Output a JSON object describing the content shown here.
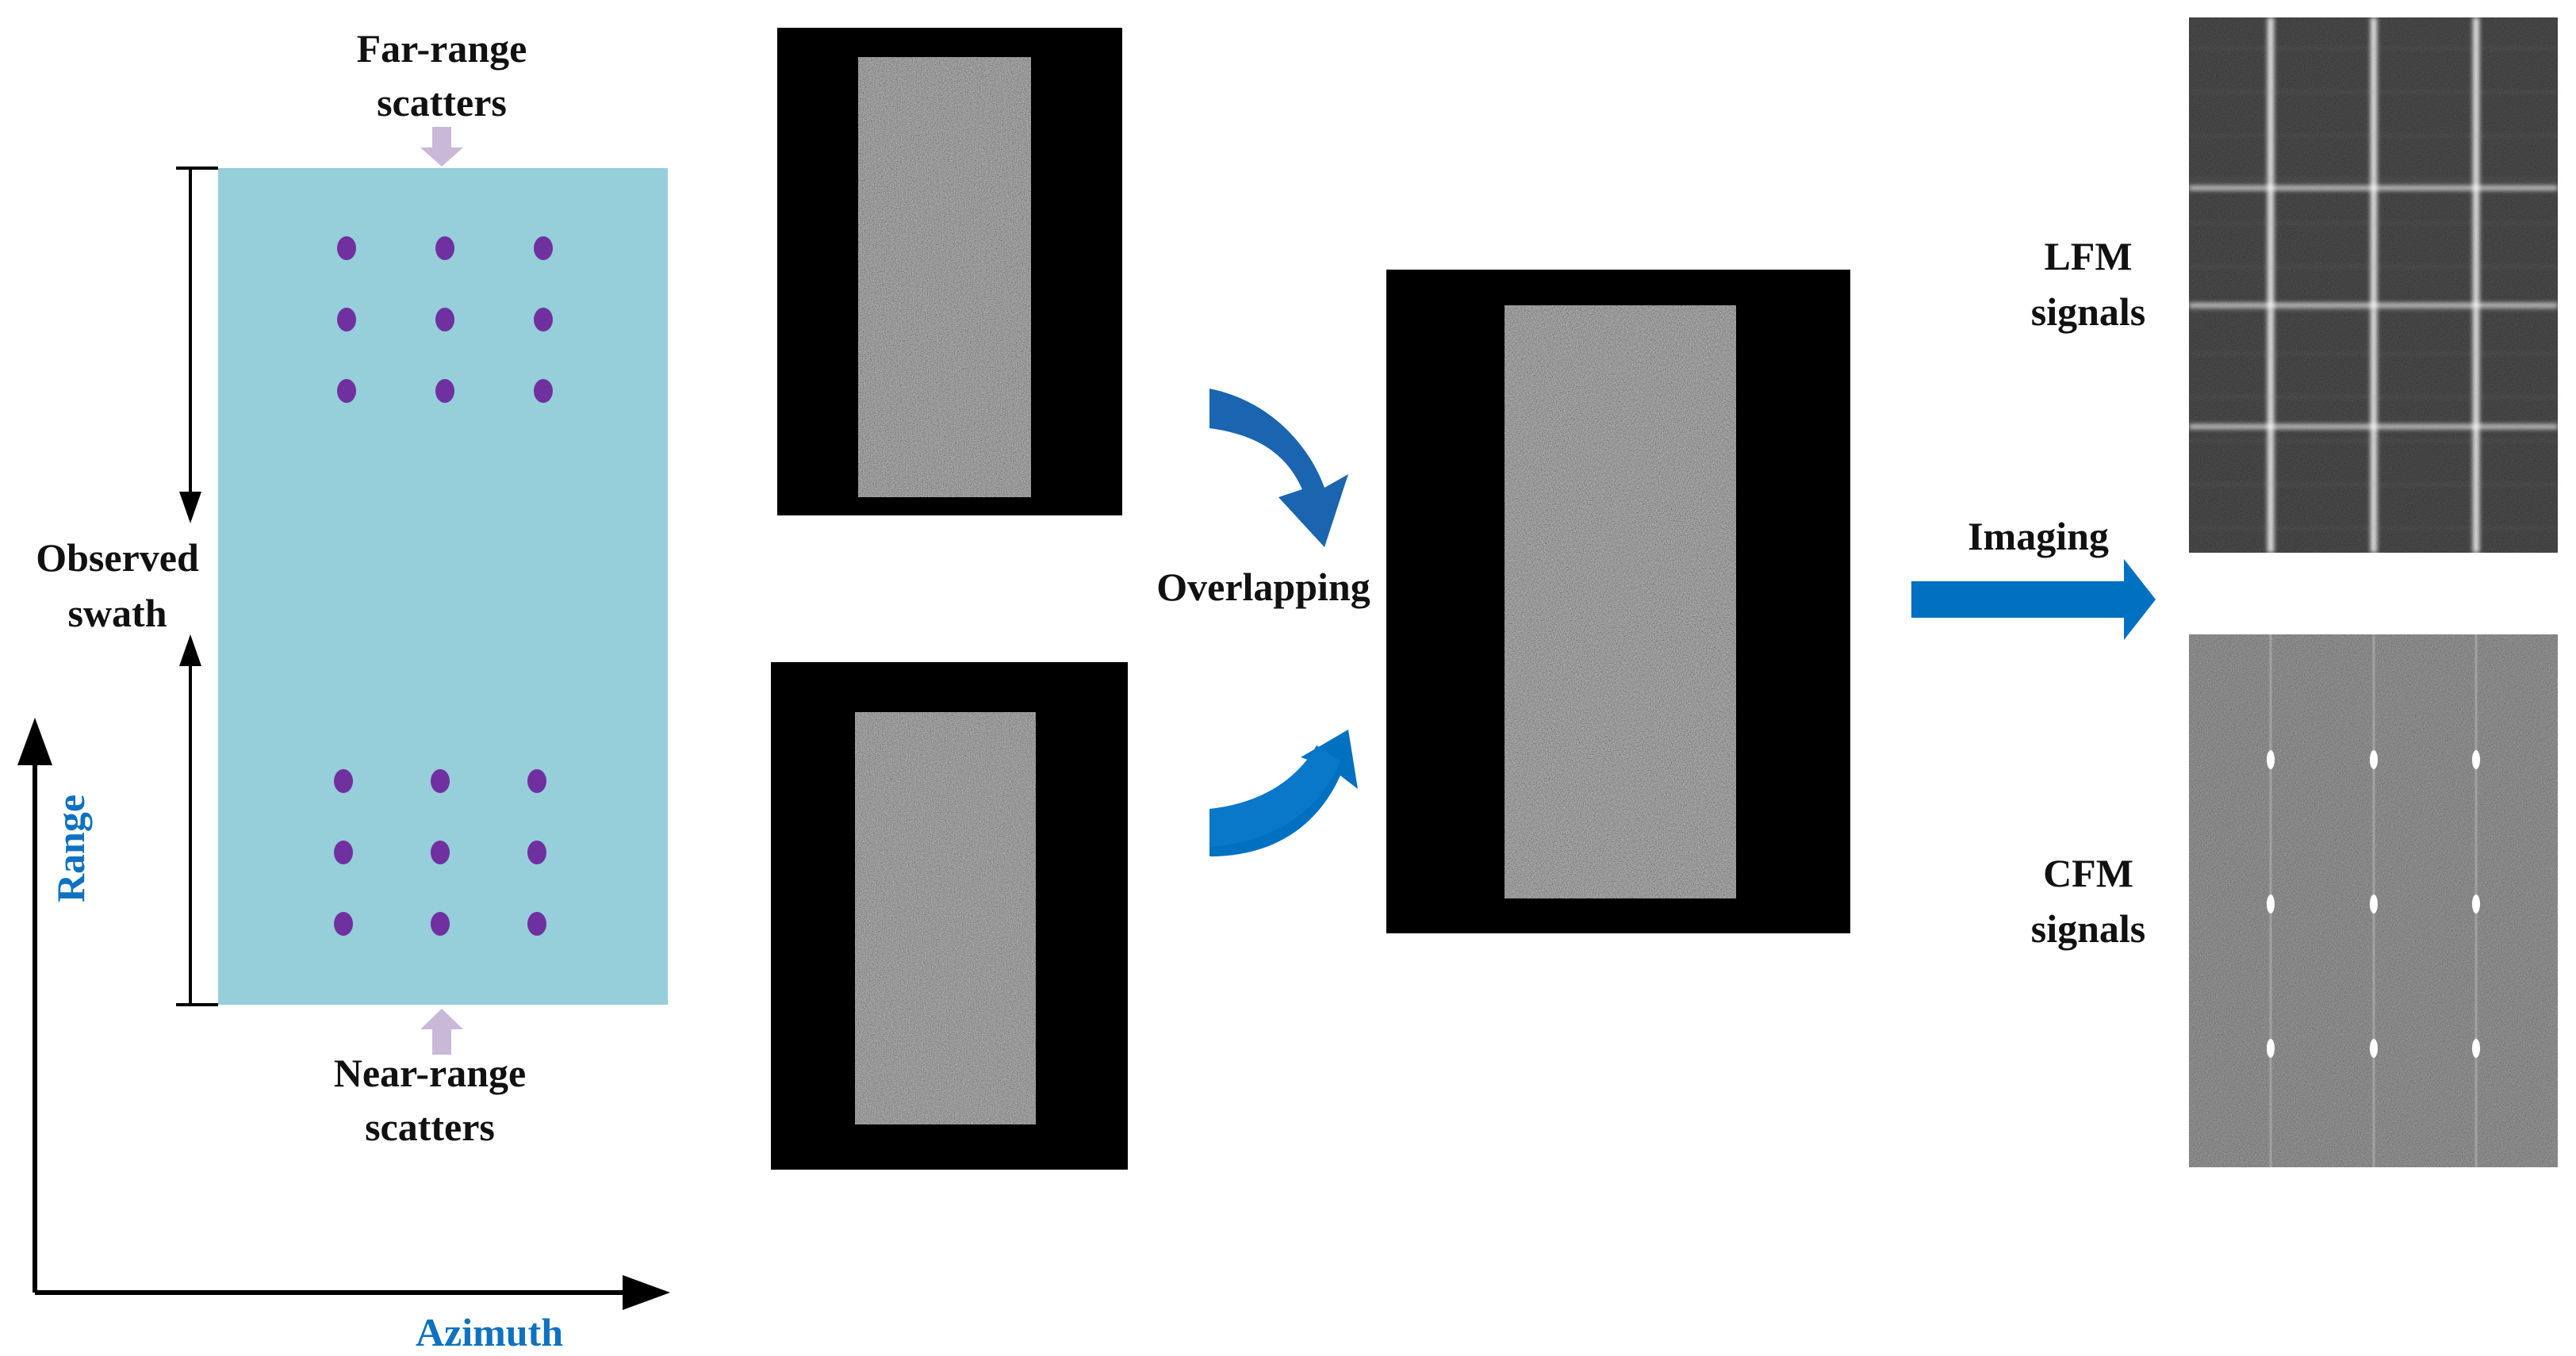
{
  "labels": {
    "far_range_line1": "Far-range",
    "far_range_line2": "scatters",
    "near_range_line1": "Near-range",
    "near_range_line2": "scatters",
    "observed_line1": "Observed",
    "observed_line2": "swath",
    "range_axis": "Range",
    "azimuth_axis": "Azimuth",
    "overlapping": "Overlapping",
    "imaging": "Imaging",
    "lfm_line1": "LFM",
    "lfm_line2": "signals",
    "cfm_line1": "CFM",
    "cfm_line2": "signals"
  },
  "scatter_groups": {
    "far": {
      "rows": 3,
      "cols": 3
    },
    "near": {
      "rows": 3,
      "cols": 3
    }
  },
  "colors": {
    "swath_fill": "#96ceda",
    "scatter_dot": "#7030a0",
    "arrow_blue": "#0070c0",
    "arrow_blue_dark": "#1f5fa8",
    "axis_label_blue": "#0f72c0",
    "range_marker": "#c9b8d8",
    "image_frame": "#000000",
    "text": "#111111"
  }
}
